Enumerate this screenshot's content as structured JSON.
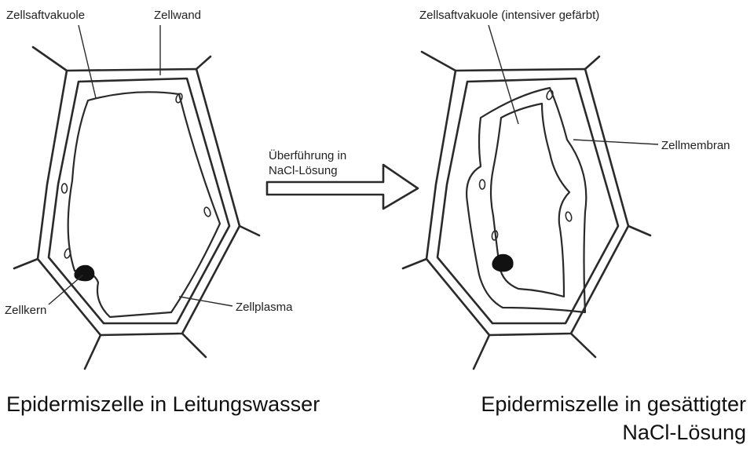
{
  "labels": {
    "zellsaftvakuole": "Zellsaftvakuole",
    "zellwand": "Zellwand",
    "zellkern": "Zellkern",
    "zellplasma": "Zellplasma",
    "zellsaftvakuole_intensiv": "Zellsaftvakuole (intensiver gefärbt)",
    "zellmembran": "Zellmembran"
  },
  "arrow": {
    "line1": "Überführung in",
    "line2": "NaCl-Lösung"
  },
  "captions": {
    "left": "Epidermiszelle in Leitungswasser",
    "right_line1": "Epidermiszelle in gesättigter",
    "right_line2": "NaCl-Lösung"
  }
}
